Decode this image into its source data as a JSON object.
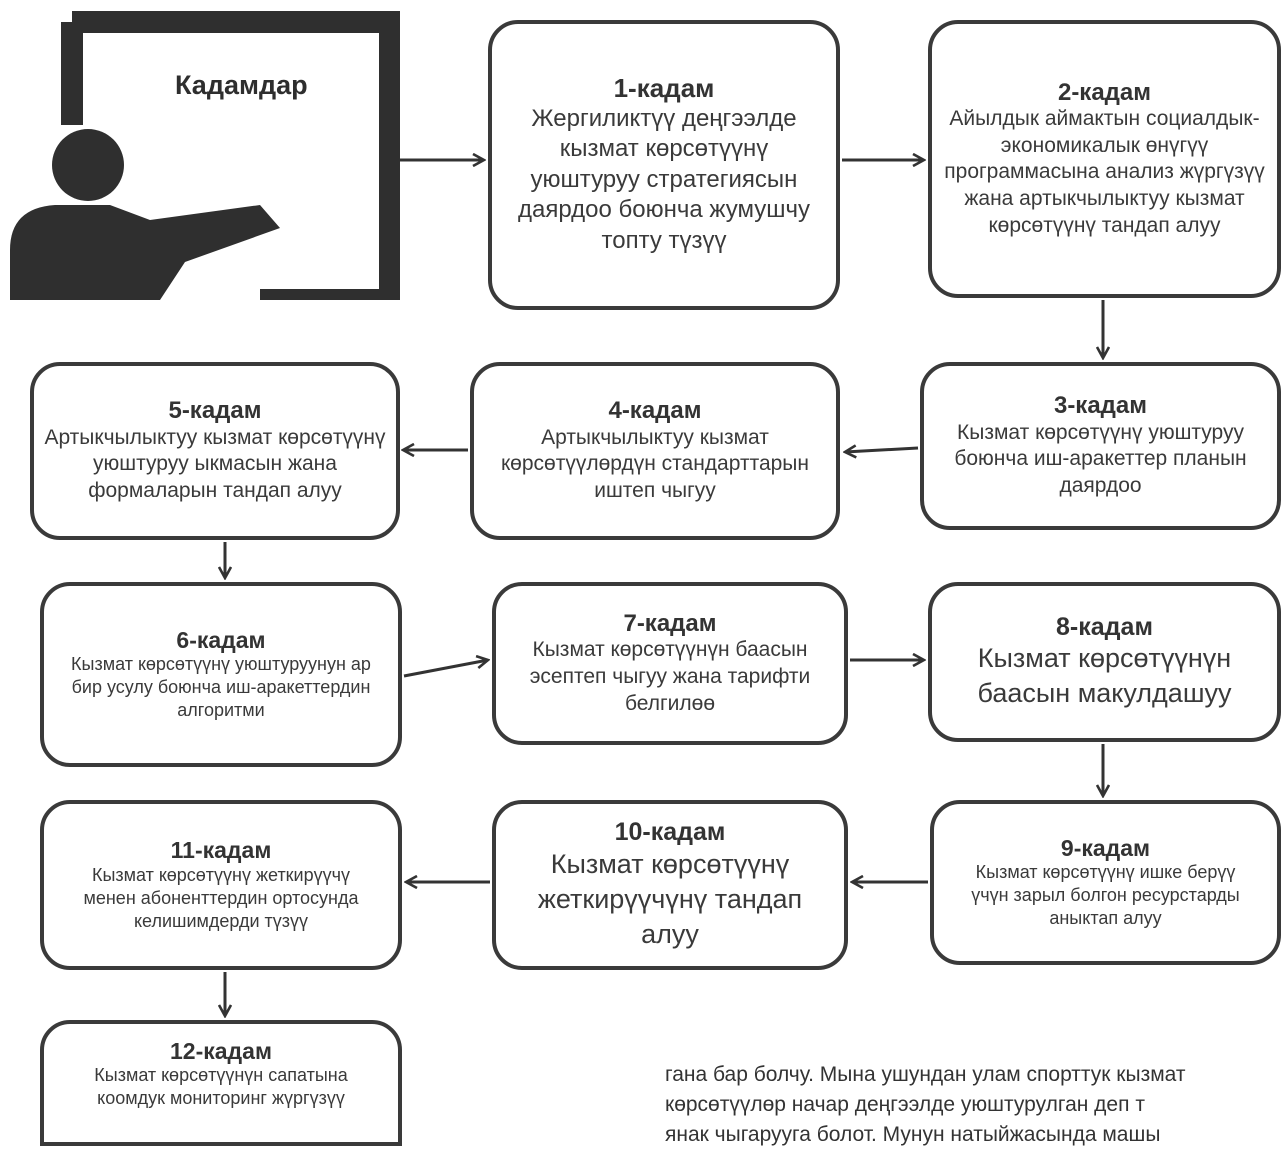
{
  "icon_label": "Кадамдар",
  "steps": [
    {
      "title": "1-кадам",
      "text": "Жергиликтүү деңгээлде кызмат көрсөтүүнү уюштуруу стратегиясын даярдоо боюнча жумушчу топту түзүү"
    },
    {
      "title": "2-кадам",
      "text": "Айылдык аймактын социалдык-экономикалык өнүгүү программасына анализ жүргүзүү жана артыкчылыктуу кызмат көрсөтүүнү тандап алуу"
    },
    {
      "title": "3-кадам",
      "text": "Кызмат көрсөтүүнү уюштуруу боюнча иш-аракеттер планын даярдоо"
    },
    {
      "title": "4-кадам",
      "text": "Артыкчылыктуу кызмат көрсөтүүлөрдүн стандарттарын иштеп чыгуу"
    },
    {
      "title": "5-кадам",
      "text": "Артыкчылыктуу кызмат көрсөтүүнү уюштуруу ыкмасын жана формаларын тандап алуу"
    },
    {
      "title": "6-кадам",
      "text": "Кызмат көрсөтүүнү уюштуруунун ар бир усулу боюнча иш-аракеттердин алгоритми"
    },
    {
      "title": "7-кадам",
      "text": "Кызмат көрсөтүүнүн баасын эсептеп чыгуу жана тарифти белгилөө"
    },
    {
      "title": "8-кадам",
      "text": "Кызмат көрсөтүүнүн баасын макулдашуу"
    },
    {
      "title": "9-кадам",
      "text": "Кызмат көрсөтүүнү ишке берүү үчүн зарыл болгон ресурстарды аныктап алуу"
    },
    {
      "title": "10-кадам",
      "text": "Кызмат көрсөтүүнү жеткирүүчүнү тандап алуу"
    },
    {
      "title": "11-кадам",
      "text": "Кызмат көрсөтүүнү жеткирүүчү менен абоненттердин ортосунда келишимдерди түзүү"
    },
    {
      "title": "12-кадам",
      "text": "Кызмат көрсөтүүнүн сапатына коомдук мониторинг жүргүзүү"
    }
  ],
  "paragraph_lines": [
    "гана бар болчу. Мына ушундан улам спорттук кызмат",
    "көрсөтүүлөр начар деңгээлде уюштурулган деп т",
    "янак чыгарууга болот. Мунун натыйжасында машы"
  ]
}
